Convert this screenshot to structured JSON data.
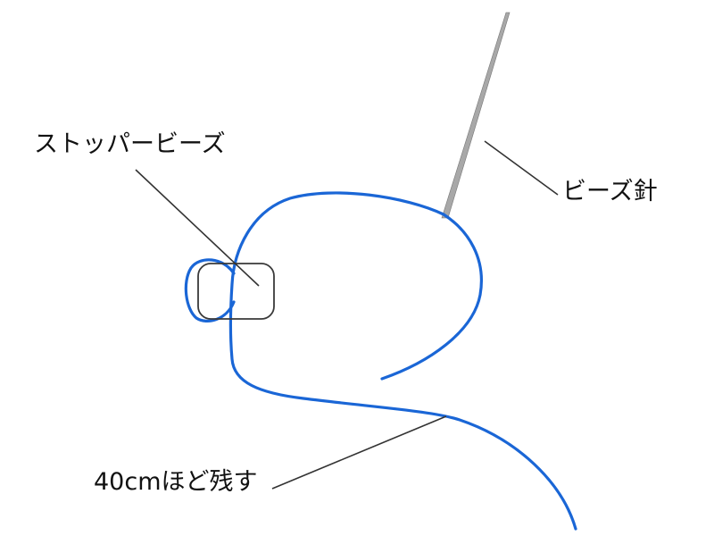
{
  "labels": {
    "stopper_bead": "ストッパービーズ",
    "bead_needle": "ビーズ針",
    "leave_thread": "40cmほど残す"
  },
  "colors": {
    "thread": "#1a66d6",
    "needle": "#a8a8a8",
    "needle_edge": "#777777",
    "bead_outline": "#3a3a3a",
    "leader": "#333333",
    "text": "#111111",
    "background": "#ffffff"
  }
}
